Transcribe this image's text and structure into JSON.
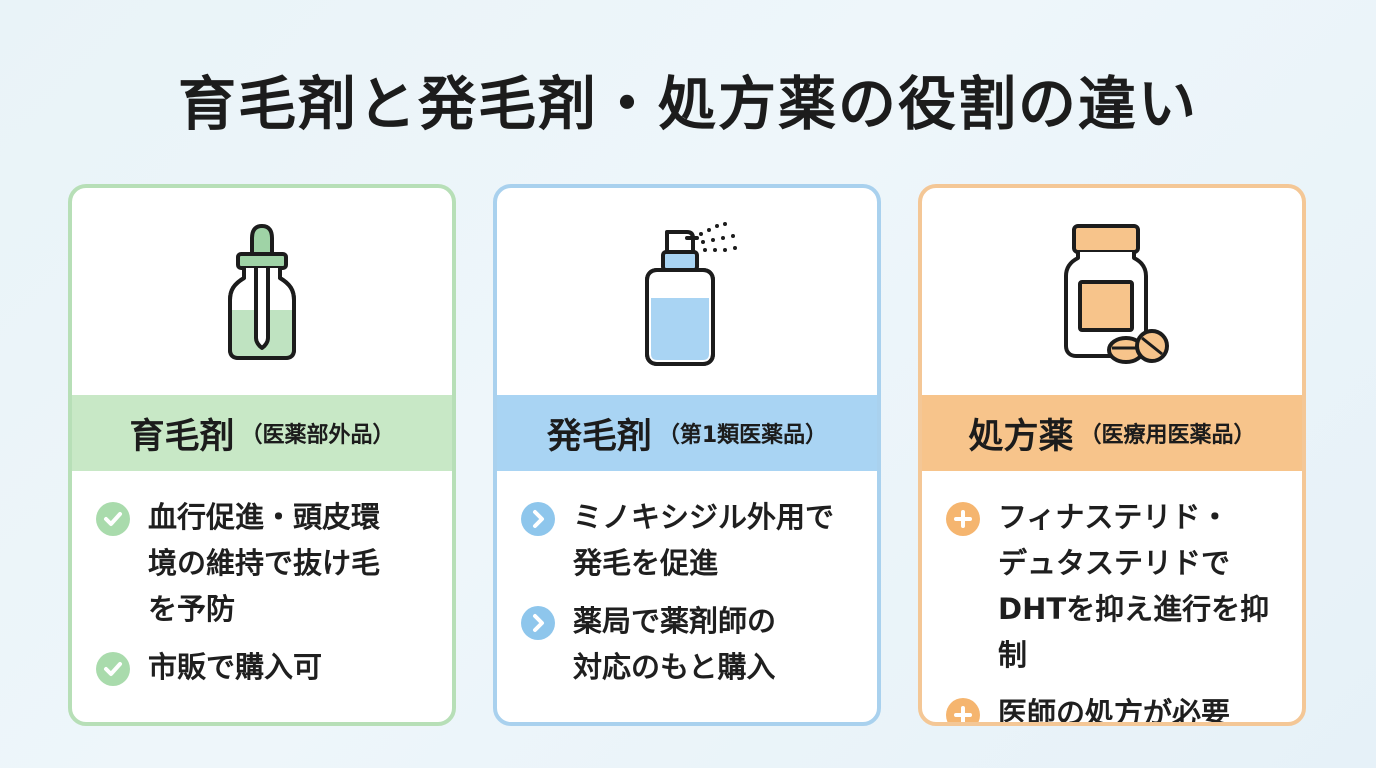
{
  "title": "育毛剤と発毛剤・処方薬の役割の違い",
  "colors": {
    "green_border": "#b7dfb7",
    "green_band": "#c8e8c6",
    "green_accent": "#a9dbac",
    "blue_border": "#a9d1ee",
    "blue_band": "#a9d4f3",
    "blue_accent": "#8ec6ec",
    "orange_border": "#f4c796",
    "orange_band": "#f7c48b",
    "orange_accent": "#f5b56f"
  },
  "cards": [
    {
      "name": "育毛剤",
      "category": "（医薬部外品）",
      "icon": "dropper-bottle-icon",
      "bullet_icon": "check-icon",
      "items": [
        "血行促進・頭皮環\n境の維持で抜け毛\nを予防",
        "市販で購入可"
      ]
    },
    {
      "name": "発毛剤",
      "category": "（第1類医薬品）",
      "icon": "spray-bottle-icon",
      "bullet_icon": "chevron-right-icon",
      "items": [
        "ミノキシジル外用で\n発毛を促進",
        "薬局で薬剤師の\n対応のもと購入"
      ]
    },
    {
      "name": "処方薬",
      "category": "（医療用医薬品）",
      "icon": "pill-bottle-icon",
      "bullet_icon": "plus-icon",
      "items": [
        "フィナステリド・\nデュタステリドで\nDHTを抑え進行を抑制",
        "医師の処方が必要"
      ]
    }
  ]
}
